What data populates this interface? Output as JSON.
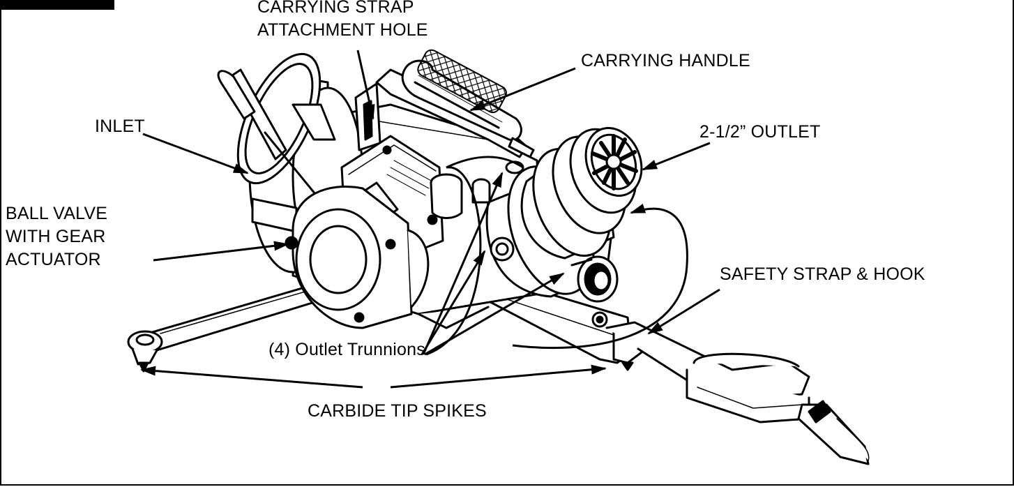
{
  "diagram": {
    "labels": {
      "carrying_strap_hole": "CARRYING STRAP\nATTACHMENT HOLE",
      "carrying_handle": "CARRYING HANDLE",
      "inlet": "INLET",
      "outlet": "2-1/2” OUTLET",
      "ball_valve": "BALL VALVE\nWITH GEAR\nACTUATOR",
      "safety_strap": "SAFETY STRAP & HOOK",
      "trunnions": "(4) Outlet Trunnions",
      "carbide_spikes": "CARBIDE TIP SPIKES"
    },
    "colors": {
      "ink": "#000000",
      "paper": "#ffffff",
      "shade": "#d9d9d9"
    }
  }
}
